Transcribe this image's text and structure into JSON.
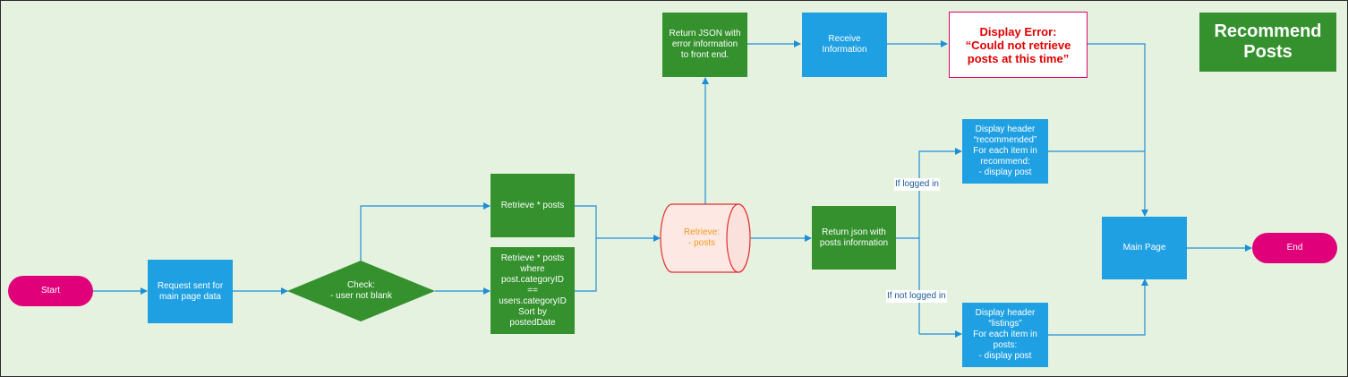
{
  "title": "Recommend\nPosts",
  "nodes": {
    "start": "Start",
    "request": "Request sent for\nmain page data",
    "check": "Check:\n- user not blank",
    "retrieve_all": "Retrieve * posts",
    "retrieve_where": "Retrieve * posts\nwhere\npost.categoryID\n==\nusers.categoryID\nSort by\npostedDate",
    "db": "Retrieve:\n- posts",
    "return_error": "Return JSON with\nerror information\nto front end.",
    "receive": "Receive\nInformation",
    "display_error": "Display Error:\n“Could not retrieve\nposts at this time”",
    "return_posts": "Return json with\nposts information",
    "display_recommended": "Display header\n“recommended”\nFor each item in\nrecommend:\n- display post",
    "display_listings": "Display header\n“listings”\nFor each item in\nposts:\n- display post",
    "main_page": "Main Page",
    "end": "End"
  },
  "edge_labels": {
    "logged_in": "If logged in",
    "not_logged_in": "If not logged in"
  },
  "colors": {
    "process_green": "#34912e",
    "process_blue": "#1fa0e2",
    "terminator": "#e0007a",
    "connector": "#1e8fd6",
    "error_text": "#e00000",
    "database_outline": "#e03030",
    "database_text": "#f39a1e",
    "background": "#e6f2e0"
  }
}
